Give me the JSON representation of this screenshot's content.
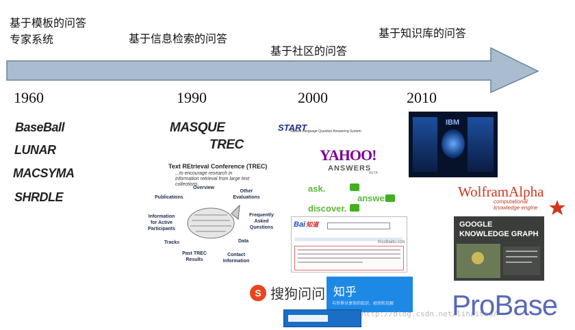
{
  "eras": [
    {
      "label_line1": "基于模板的问答",
      "label_line2": "专家系统"
    },
    {
      "label_line1": "基于信息检索的问答"
    },
    {
      "label_line1": "基于社区的问答"
    },
    {
      "label_line1": "基于知识库的问答"
    }
  ],
  "years": [
    "1960",
    "1990",
    "2000",
    "2010"
  ],
  "systems_1960": [
    "BaseBall",
    "LUNAR",
    "MACSYMA",
    "SHRDLE"
  ],
  "systems_1990": [
    "MASQUE",
    "TREC"
  ],
  "trec": {
    "title": "Text REtrieval Conference (TREC)",
    "subtitle": "...to encourage research in information retrieval from large text collections.",
    "nodes": [
      "Overview",
      "Other Evaluations",
      "Publications",
      "Frequently Asked Questions",
      "Information for Active Participants",
      "Data",
      "Tracks",
      "Past TREC Results",
      "Contact Information"
    ]
  },
  "start": {
    "logo": "START",
    "tagline": "Natural Language Question Answering System"
  },
  "yahoo": {
    "logo": "YAHOO!",
    "sub": "ANSWERS",
    "beta": "BETA",
    "ask": "ask.",
    "answer": "answer.",
    "discover": "discover."
  },
  "baidu": {
    "logo": "Bai",
    "logo_cn": "知道",
    "url": "KissBaidu.com"
  },
  "sogou": {
    "name": "搜狗问问"
  },
  "zhihu": {
    "name": "知乎",
    "tagline": "与世界分享你的知识、经验和见解"
  },
  "watermark": "http://blog.csdn.net/lihaitao/",
  "wolfram": {
    "name": "WolframAlpha",
    "sub1": "computational",
    "sub2": "knowledge engine"
  },
  "google_kg": {
    "line1": "GOOGLE",
    "line2": "KNOWLEDGE GRAPH"
  },
  "probase": "ProBase",
  "ibm": "IBM",
  "colors": {
    "arrow_fill": "#a9bcd0",
    "arrow_stroke": "#6c8299",
    "yahoo_purple": "#7b0099",
    "wolfram_red": "#d0361c",
    "probase_blue": "#5869b8",
    "start_blue": "#1c2f8c",
    "sogou_red": "#e8451f",
    "zhihu_blue": "#1e88e5"
  }
}
